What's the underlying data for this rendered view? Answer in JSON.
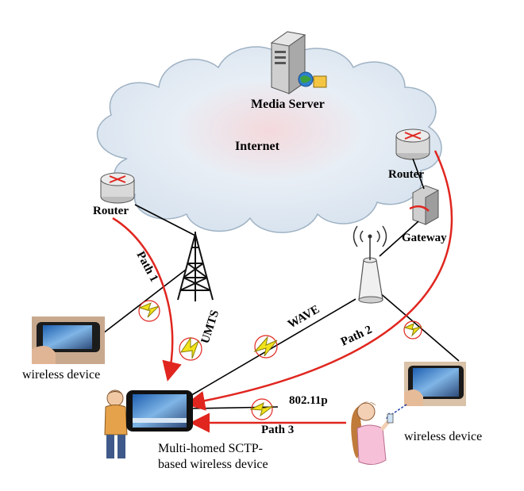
{
  "labels": {
    "media_server": "Media Server",
    "internet": "Internet",
    "router_left": "Router",
    "router_right": "Router",
    "gateway": "Gateway",
    "path1": "Path 1",
    "path2": "Path 2",
    "path3": "Path 3",
    "umts": "UMTS",
    "wave": "WAVE",
    "p80211p": "802.11p",
    "wireless_device_left": "wireless device",
    "wireless_device_right": "wireless device",
    "multihomed_line1": "Multi-homed SCTP-",
    "multihomed_line2": "based wireless device"
  },
  "colors": {
    "path": "#e0261f",
    "cloud": "#dfe8f1",
    "cloud_edge": "#9fb2c4",
    "link": "#000000",
    "lightning": "#f2e21a",
    "router": "#d9d9d9"
  },
  "icons": [
    "server-icon",
    "router-icon",
    "gateway-icon",
    "cell-tower-icon",
    "access-point-icon",
    "lightning-icon",
    "phone-icon",
    "person-icon"
  ]
}
